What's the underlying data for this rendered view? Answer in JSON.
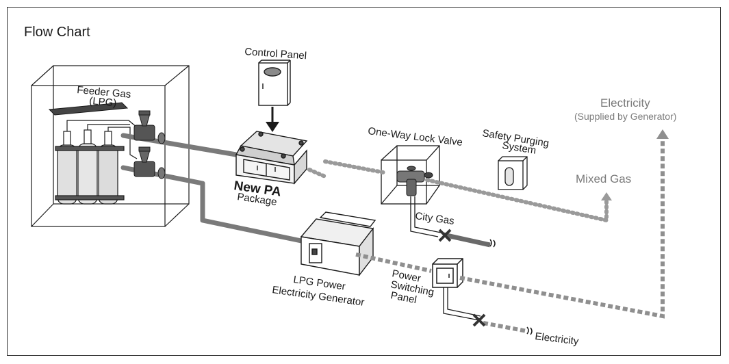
{
  "title": "Flow Chart",
  "labels": {
    "control_panel": "Control Panel",
    "feeder_gas_line1": "Feeder Gas",
    "feeder_gas_line2": "(LPG)",
    "new_pa": "New PA",
    "package": "Package",
    "one_way_lock_valve": "One-Way Lock Valve",
    "safety_purging_line1": "Safety Purging",
    "safety_purging_line2": "System",
    "electricity_top": "Electricity",
    "supplied_by_generator": "(Supplied by Generator)",
    "mixed_gas": "Mixed Gas",
    "city_gas": "City Gas",
    "lpg_power_line1": "LPG Power",
    "lpg_power_line2": "Electricity Generator",
    "power_switching_line1": "Power",
    "power_switching_line2": "Switching",
    "power_switching_line3": "Panel",
    "electricity_bottom": "Electricity"
  },
  "colors": {
    "outline": "#1a1a1a",
    "pipe": "#7a7a7a",
    "dotted": "#9a9a9a",
    "dashed": "#8f8f8f",
    "fill_light": "#e9e9e9",
    "fill_mid": "#cfcfcf",
    "fill_dark": "#555555"
  }
}
